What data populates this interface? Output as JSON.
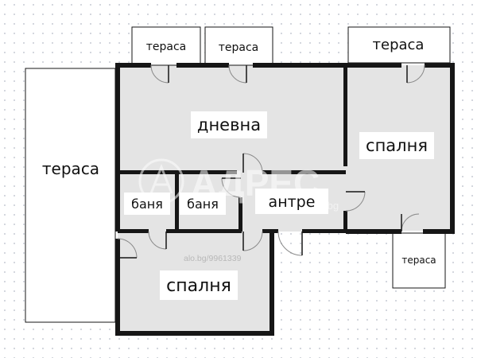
{
  "rooms": {
    "terrace_left": "тераса",
    "terrace_top_1": "тераса",
    "terrace_top_2": "тераса",
    "terrace_top_right": "тераса",
    "terrace_bottom_right": "тераса",
    "living_room": "дневна",
    "bedroom_right": "спалня",
    "bathroom_1": "баня",
    "bathroom_2": "баня",
    "hallway": "антре",
    "bedroom_bottom": "спалня"
  },
  "watermark": {
    "brand": "АДРЕС",
    "domain_suffix": ".bg",
    "listing_ref": "alo.bg/9961339"
  },
  "colors": {
    "room_fill": "#e4e4e4",
    "terrace_fill": "#ffffff",
    "wall": "#161616",
    "door_arc": "#8a8a8a"
  }
}
